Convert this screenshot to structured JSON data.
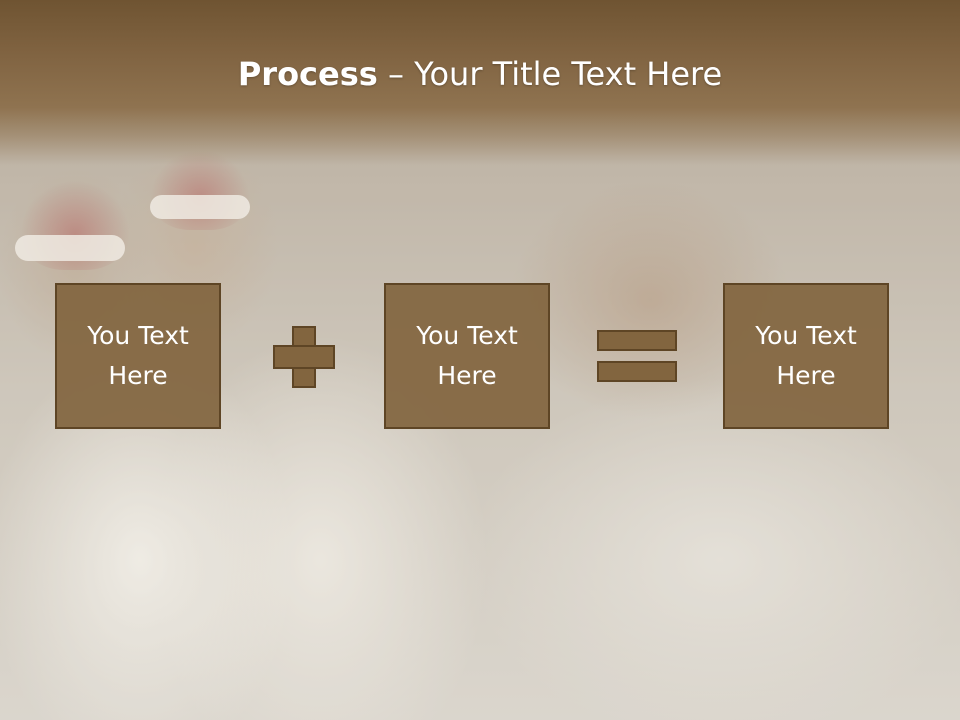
{
  "header": {
    "title_bold": "Process",
    "title_rest": " – Your Title Text Here"
  },
  "process": {
    "steps": [
      {
        "line1": "You Text",
        "line2": "Here"
      },
      {
        "line1": "You Text",
        "line2": "Here"
      },
      {
        "line1": "You Text",
        "line2": "Here"
      }
    ],
    "operators": [
      "plus-icon",
      "equals-icon"
    ]
  },
  "colors": {
    "header": "#7f6240",
    "box_fill": "#82653f",
    "box_border": "#5e4525",
    "text": "#ffffff"
  }
}
